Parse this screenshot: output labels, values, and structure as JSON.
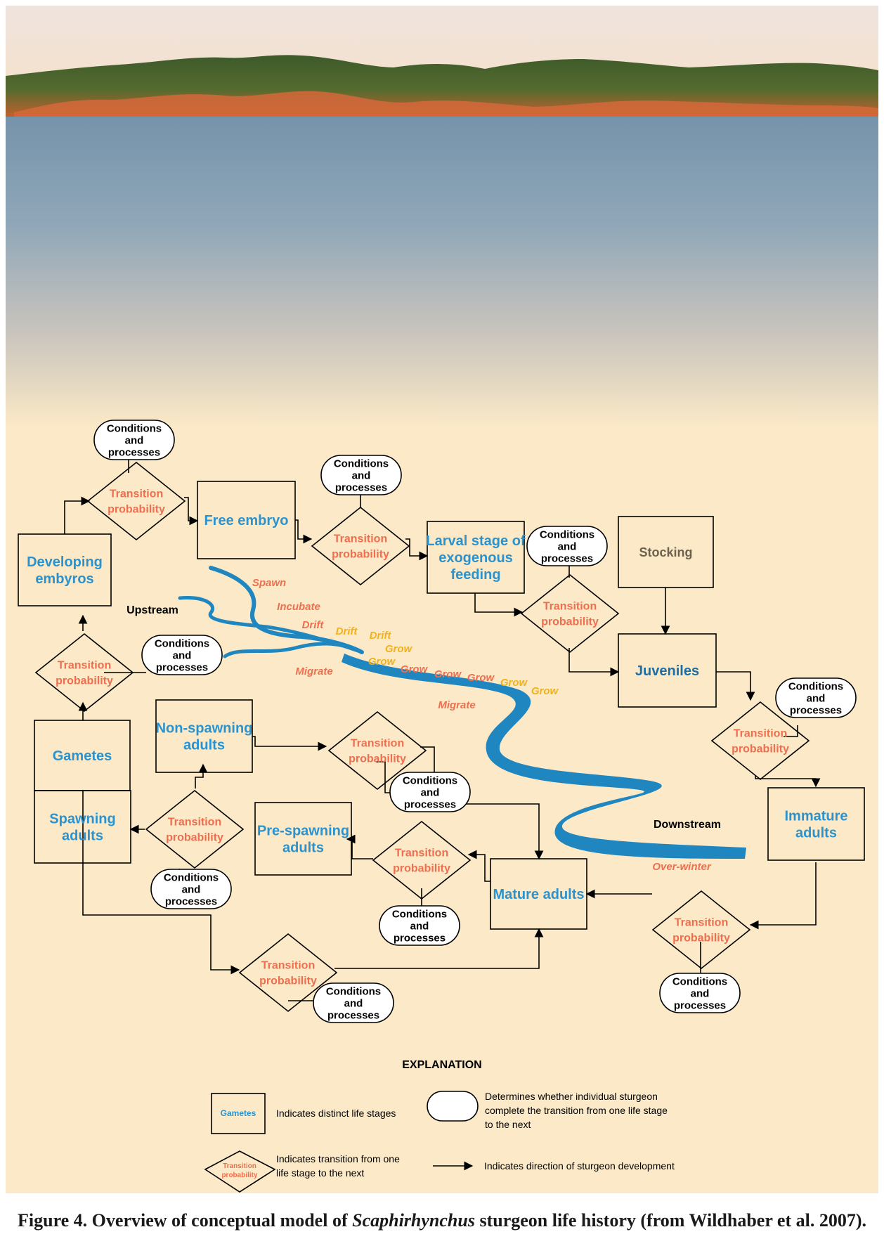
{
  "colors": {
    "stage_text": "#2a93cf",
    "stocking_text": "#6b6250",
    "transition_text": "#ee6f4f",
    "river_label": "#ee6f4f",
    "grow_label": "#f3b21b",
    "river": "#1f86c0",
    "background": "#fbe9c7"
  },
  "stages": {
    "developing_embryos": [
      "Developing",
      "embyros"
    ],
    "free_embryo": [
      "Free embryo"
    ],
    "larval_stage": [
      "Larval stage of",
      "exogenous",
      "feeding"
    ],
    "stocking": [
      "Stocking"
    ],
    "juveniles": [
      "Juveniles"
    ],
    "gametes": [
      "Gametes"
    ],
    "spawning_adults": [
      "Spawning",
      "adults"
    ],
    "non_spawning_adults": [
      "Non-spawning",
      "adults"
    ],
    "pre_spawning_adults": [
      "Pre-spawning",
      "adults"
    ],
    "mature_adults": [
      "Mature adults"
    ],
    "immature_adults": [
      "Immature",
      "adults"
    ]
  },
  "transition_label": [
    "Transition",
    "probability"
  ],
  "conditions_label": [
    "Conditions",
    "and",
    "processes"
  ],
  "river_labels": {
    "spawn": "Spawn",
    "incubate": "Incubate",
    "drift": "Drift",
    "grow": "Grow",
    "migrate": "Migrate",
    "over_winter": "Over-winter",
    "upstream": "Upstream",
    "downstream": "Downstream"
  },
  "explanation": {
    "title": "EXPLANATION",
    "stage_sample": "Gametes",
    "stage_desc": "Indicates distinct life stages",
    "conditions_desc": [
      "Determines whether individual sturgeon",
      "complete the transition from one life stage",
      "to the next"
    ],
    "transition_desc": [
      "Indicates transition from one",
      "life stage to the next"
    ],
    "arrow_desc": "Indicates direction of sturgeon development"
  },
  "caption": {
    "prefix": "Figure 4.   Overview of conceptual model of ",
    "italic": "Scaphirhynchus",
    "suffix": " sturgeon life history (from Wildhaber et al. 2007)."
  }
}
